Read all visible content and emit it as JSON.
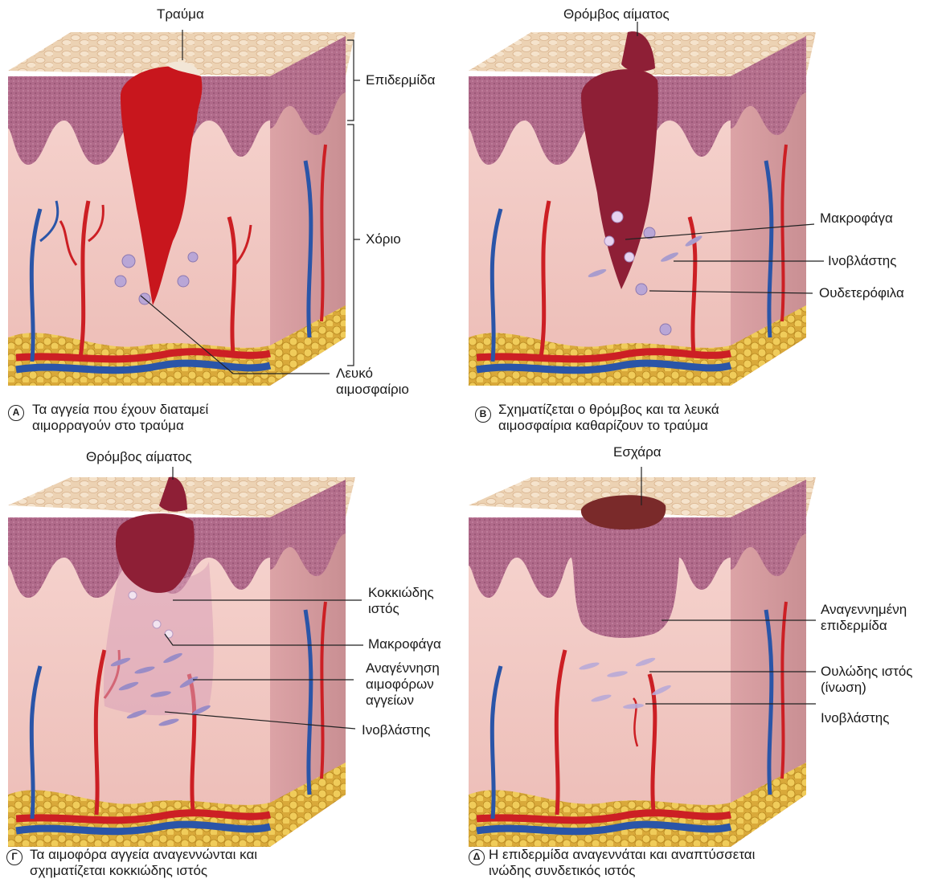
{
  "panels": [
    {
      "badge": "A",
      "caption": "Τα αγγεία που έχουν διαταμεί\nαιμορραγούν στο τραύμα",
      "top_label": "Τραύμα",
      "labels": {
        "epidermis": "Επιδερμίδα",
        "dermis": "Χόριο",
        "white_cell": "Λευκό\nαιμοσφαίριο"
      }
    },
    {
      "badge": "B",
      "caption": "Σχηματίζεται ο θρόμβος και τα λευκά\nαιμοσφαίρια καθαρίζουν το τραύμα",
      "top_label": "Θρόμβος αίματος",
      "labels": {
        "macrophages": "Μακροφάγα",
        "fibroblast": "Ινοβλάστης",
        "neutrophils": "Ουδετερόφιλα"
      }
    },
    {
      "badge": "Γ",
      "caption": "Τα αιμοφόρα αγγεία αναγεννώνται και\nσχηματίζεται κοκκιώδης ιστός",
      "top_label": "Θρόμβος αίματος",
      "labels": {
        "granulation": "Κοκκιώδης\nιστός",
        "macrophages": "Μακροφάγα",
        "regeneration": "Αναγέννηση\nαιμοφόρων\nαγγείων",
        "fibroblast": "Ινοβλάστης"
      }
    },
    {
      "badge": "Δ",
      "caption": "Η επιδερμίδα αναγεννάται και αναπτύσσεται\nινώδης συνδετικός ιστός",
      "top_label": "Εσχάρα",
      "labels": {
        "regen_epidermis": "Αναγεννημένη\nεπιδερμίδα",
        "scar": "Ουλώδης ιστός\n(ίνωση)",
        "fibroblast": "Ινοβλάστης"
      }
    }
  ],
  "colors": {
    "skin_top": "#e8c9a8",
    "epidermis": "#b06a8a",
    "dermis": "#f2c9c4",
    "side": "#e2aeb0",
    "fat": "#e8c24a",
    "artery": "#cc1f24",
    "vein": "#2a55a8",
    "blood": "#c8161d",
    "clot": "#8e1f36",
    "scab": "#7a2a2a",
    "cell": "#b9a6d6"
  }
}
